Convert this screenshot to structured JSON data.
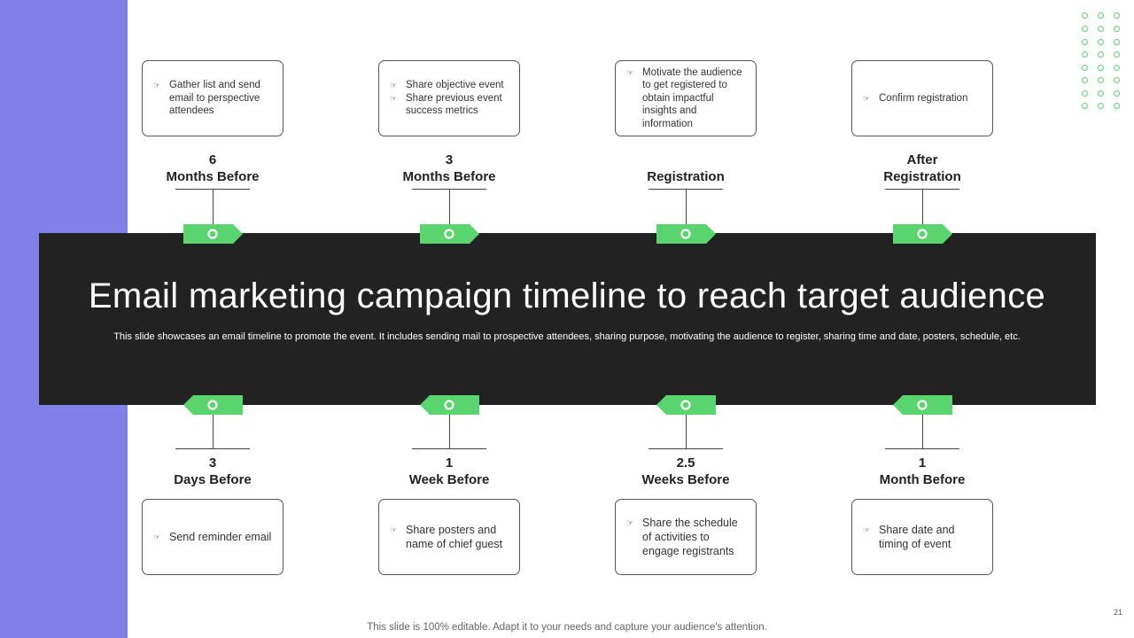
{
  "slide": {
    "title": "Email marketing campaign timeline to reach target audience",
    "subtitle": "This slide showcases an email timeline to promote the event. It includes sending mail to prospective attendees, sharing purpose, motivating the audience to register, sharing time and date, posters, schedule, etc.",
    "footer": "This slide is 100% editable. Adapt it to your needs and capture your audience's attention.",
    "page_number": "21",
    "colors": {
      "accent": "#5ad46e",
      "sidebar": "#8080e8",
      "band": "#222222"
    }
  },
  "top": [
    {
      "line1": "6",
      "line2": "Months Before",
      "bullets": [
        "Gather list and send email to perspective attendees"
      ]
    },
    {
      "line1": "3",
      "line2": "Months Before",
      "bullets": [
        "Share objective event",
        "Share previous event success metrics"
      ]
    },
    {
      "line1": "",
      "line2": "Registration",
      "bullets": [
        "Motivate the audience to get registered to obtain impactful insights and information"
      ]
    },
    {
      "line1": "After",
      "line2": "Registration",
      "bullets": [
        "Confirm registration"
      ]
    }
  ],
  "bottom": [
    {
      "line1": "3",
      "line2": "Days Before",
      "bullets": [
        "Send reminder email"
      ]
    },
    {
      "line1": "1",
      "line2": "Week Before",
      "bullets": [
        "Share posters and name of chief guest"
      ]
    },
    {
      "line1": "2.5",
      "line2": "Weeks Before",
      "bullets": [
        "Share the schedule of activities to engage registrants"
      ]
    },
    {
      "line1": "1",
      "line2": "Month Before",
      "bullets": [
        "Share date and timing of event"
      ]
    }
  ],
  "icons": {
    "bullet": "pointing-hand-icon",
    "marker": "pentagon-tag-icon",
    "decoration": "dot-grid"
  }
}
